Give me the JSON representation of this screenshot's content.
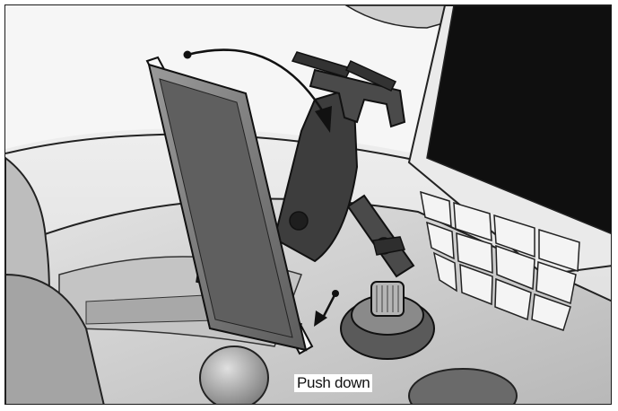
{
  "callouts": {
    "push_down": "Push down"
  },
  "arrows": {
    "rotate": "curved-rotate-arrow",
    "push": "push-down-arrow"
  },
  "colors": {
    "outline": "#111111",
    "mount_dark": "#3d3d3d",
    "surface_light": "#ececec",
    "screen_black": "#0f0f0f"
  }
}
